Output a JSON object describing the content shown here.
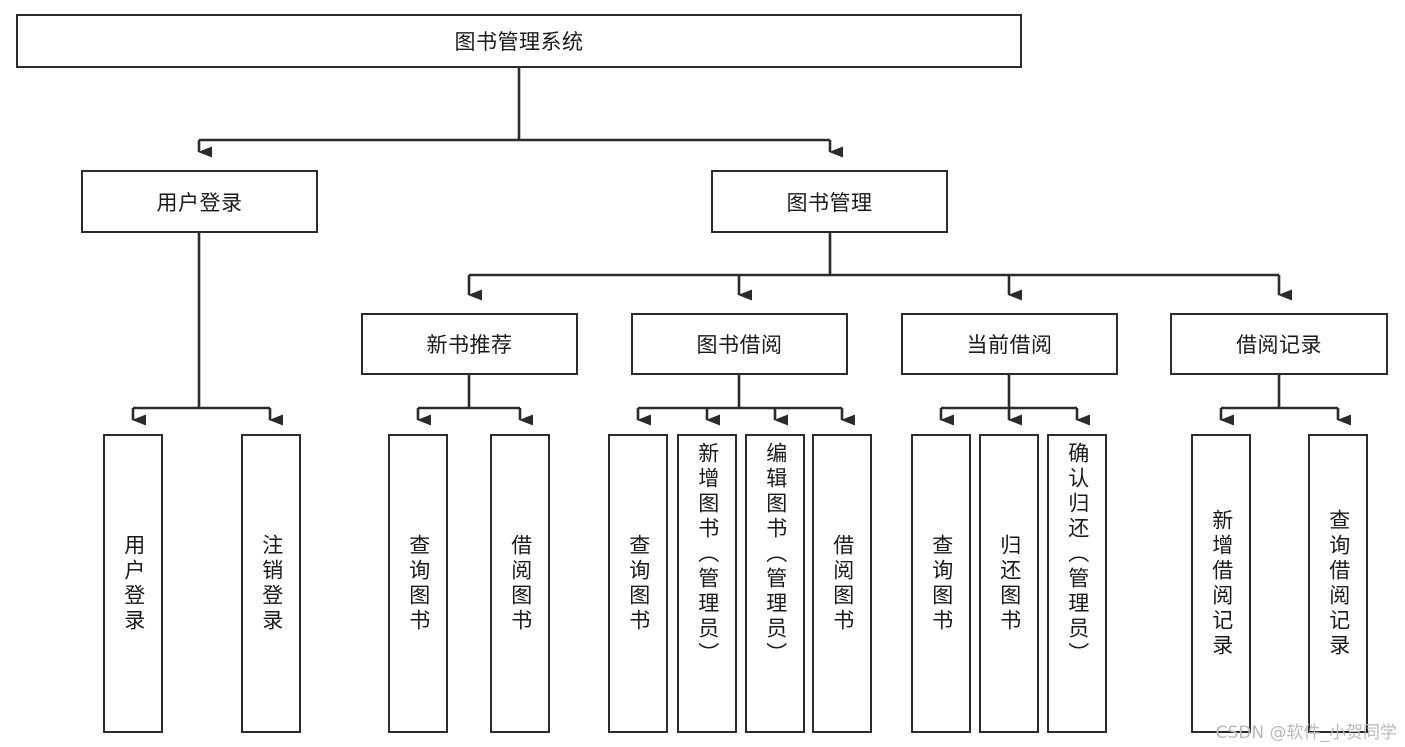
{
  "diagram": {
    "type": "tree-hierarchy",
    "title": "图书管理系统",
    "watermark": "CSDN @软件_小贺同学",
    "colors": {
      "stroke": "#2b2b2b",
      "fill": "#ffffff",
      "text": "#1a1a1a",
      "watermark": "#b9b9b9",
      "background": "#ffffff"
    },
    "levels": {
      "root": {
        "label": "图书管理系统"
      },
      "level2": [
        {
          "label": "用户登录"
        },
        {
          "label": "图书管理"
        }
      ],
      "level3": [
        {
          "label": "新书推荐"
        },
        {
          "label": "图书借阅"
        },
        {
          "label": "当前借阅"
        },
        {
          "label": "借阅记录"
        }
      ],
      "leaves": {
        "user_login": [
          {
            "label": "用户登录"
          },
          {
            "label": "注销登录"
          }
        ],
        "new_book": [
          {
            "label": "查询图书"
          },
          {
            "label": "借阅图书"
          }
        ],
        "book_borrow": [
          {
            "label": "查询图书"
          },
          {
            "label": "新增图书（管理员）"
          },
          {
            "label": "编辑图书（管理员）"
          },
          {
            "label": "借阅图书"
          }
        ],
        "current_borrow": [
          {
            "label": "查询图书"
          },
          {
            "label": "归还图书"
          },
          {
            "label": "确认归还（管理员）"
          }
        ],
        "borrow_record": [
          {
            "label": "新增借阅记录"
          },
          {
            "label": "查询借阅记录"
          }
        ]
      }
    }
  }
}
